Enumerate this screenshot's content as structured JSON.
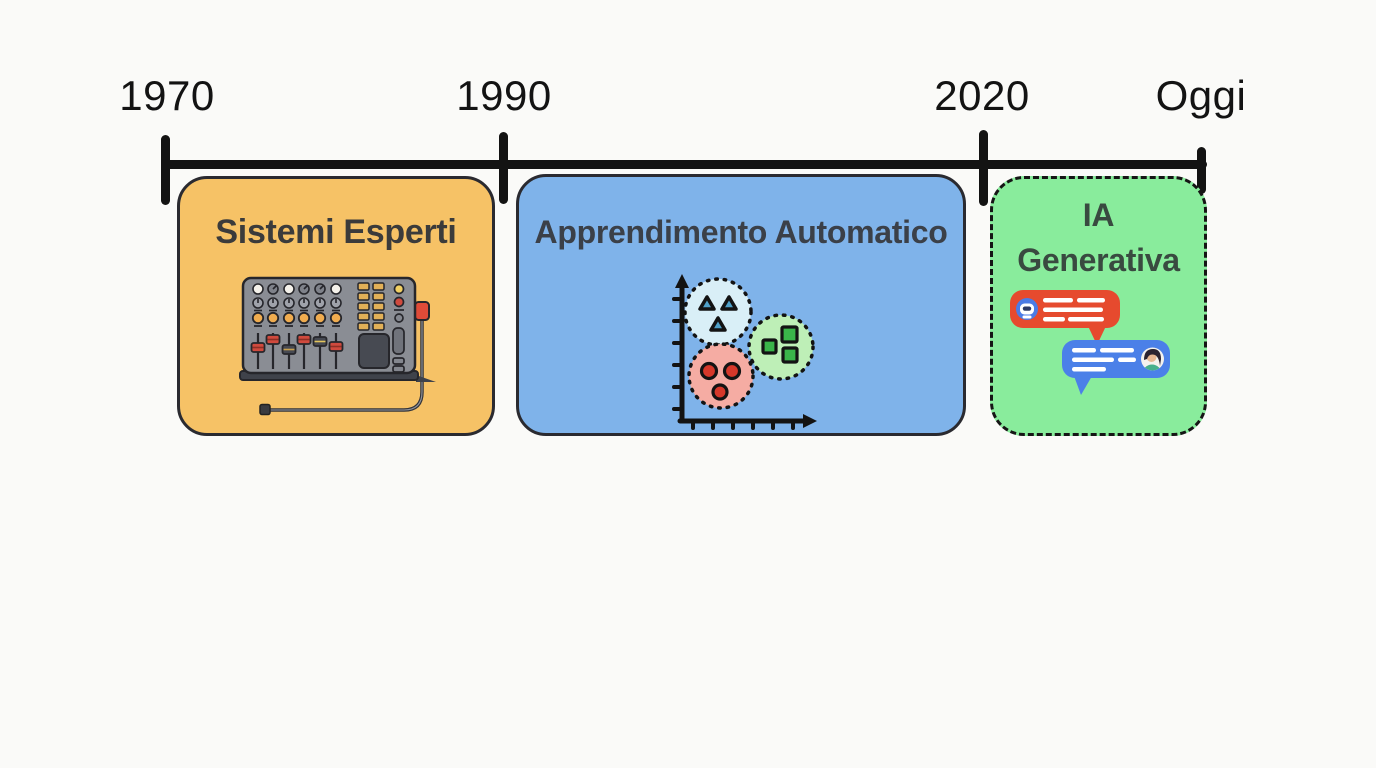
{
  "canvas": {
    "background": "#FAFAF8",
    "axis_color": "#131313"
  },
  "timeline": {
    "labels": [
      "1970",
      "1990",
      "2020",
      "Oggi"
    ]
  },
  "eras": [
    {
      "title": "Sistemi Esperti",
      "fill": "#F6C266",
      "border_style": "solid",
      "icon": "mixing-console-icon"
    },
    {
      "title": "Apprendimento Automatico",
      "fill": "#7FB3EA",
      "border_style": "solid",
      "icon": "cluster-scatter-plot-icon"
    },
    {
      "title": "IA Generativa",
      "title_lines": [
        "IA",
        "Generativa"
      ],
      "fill": "#89EC9C",
      "border_style": "dashed",
      "icon": "chat-bubbles-icon"
    }
  ]
}
